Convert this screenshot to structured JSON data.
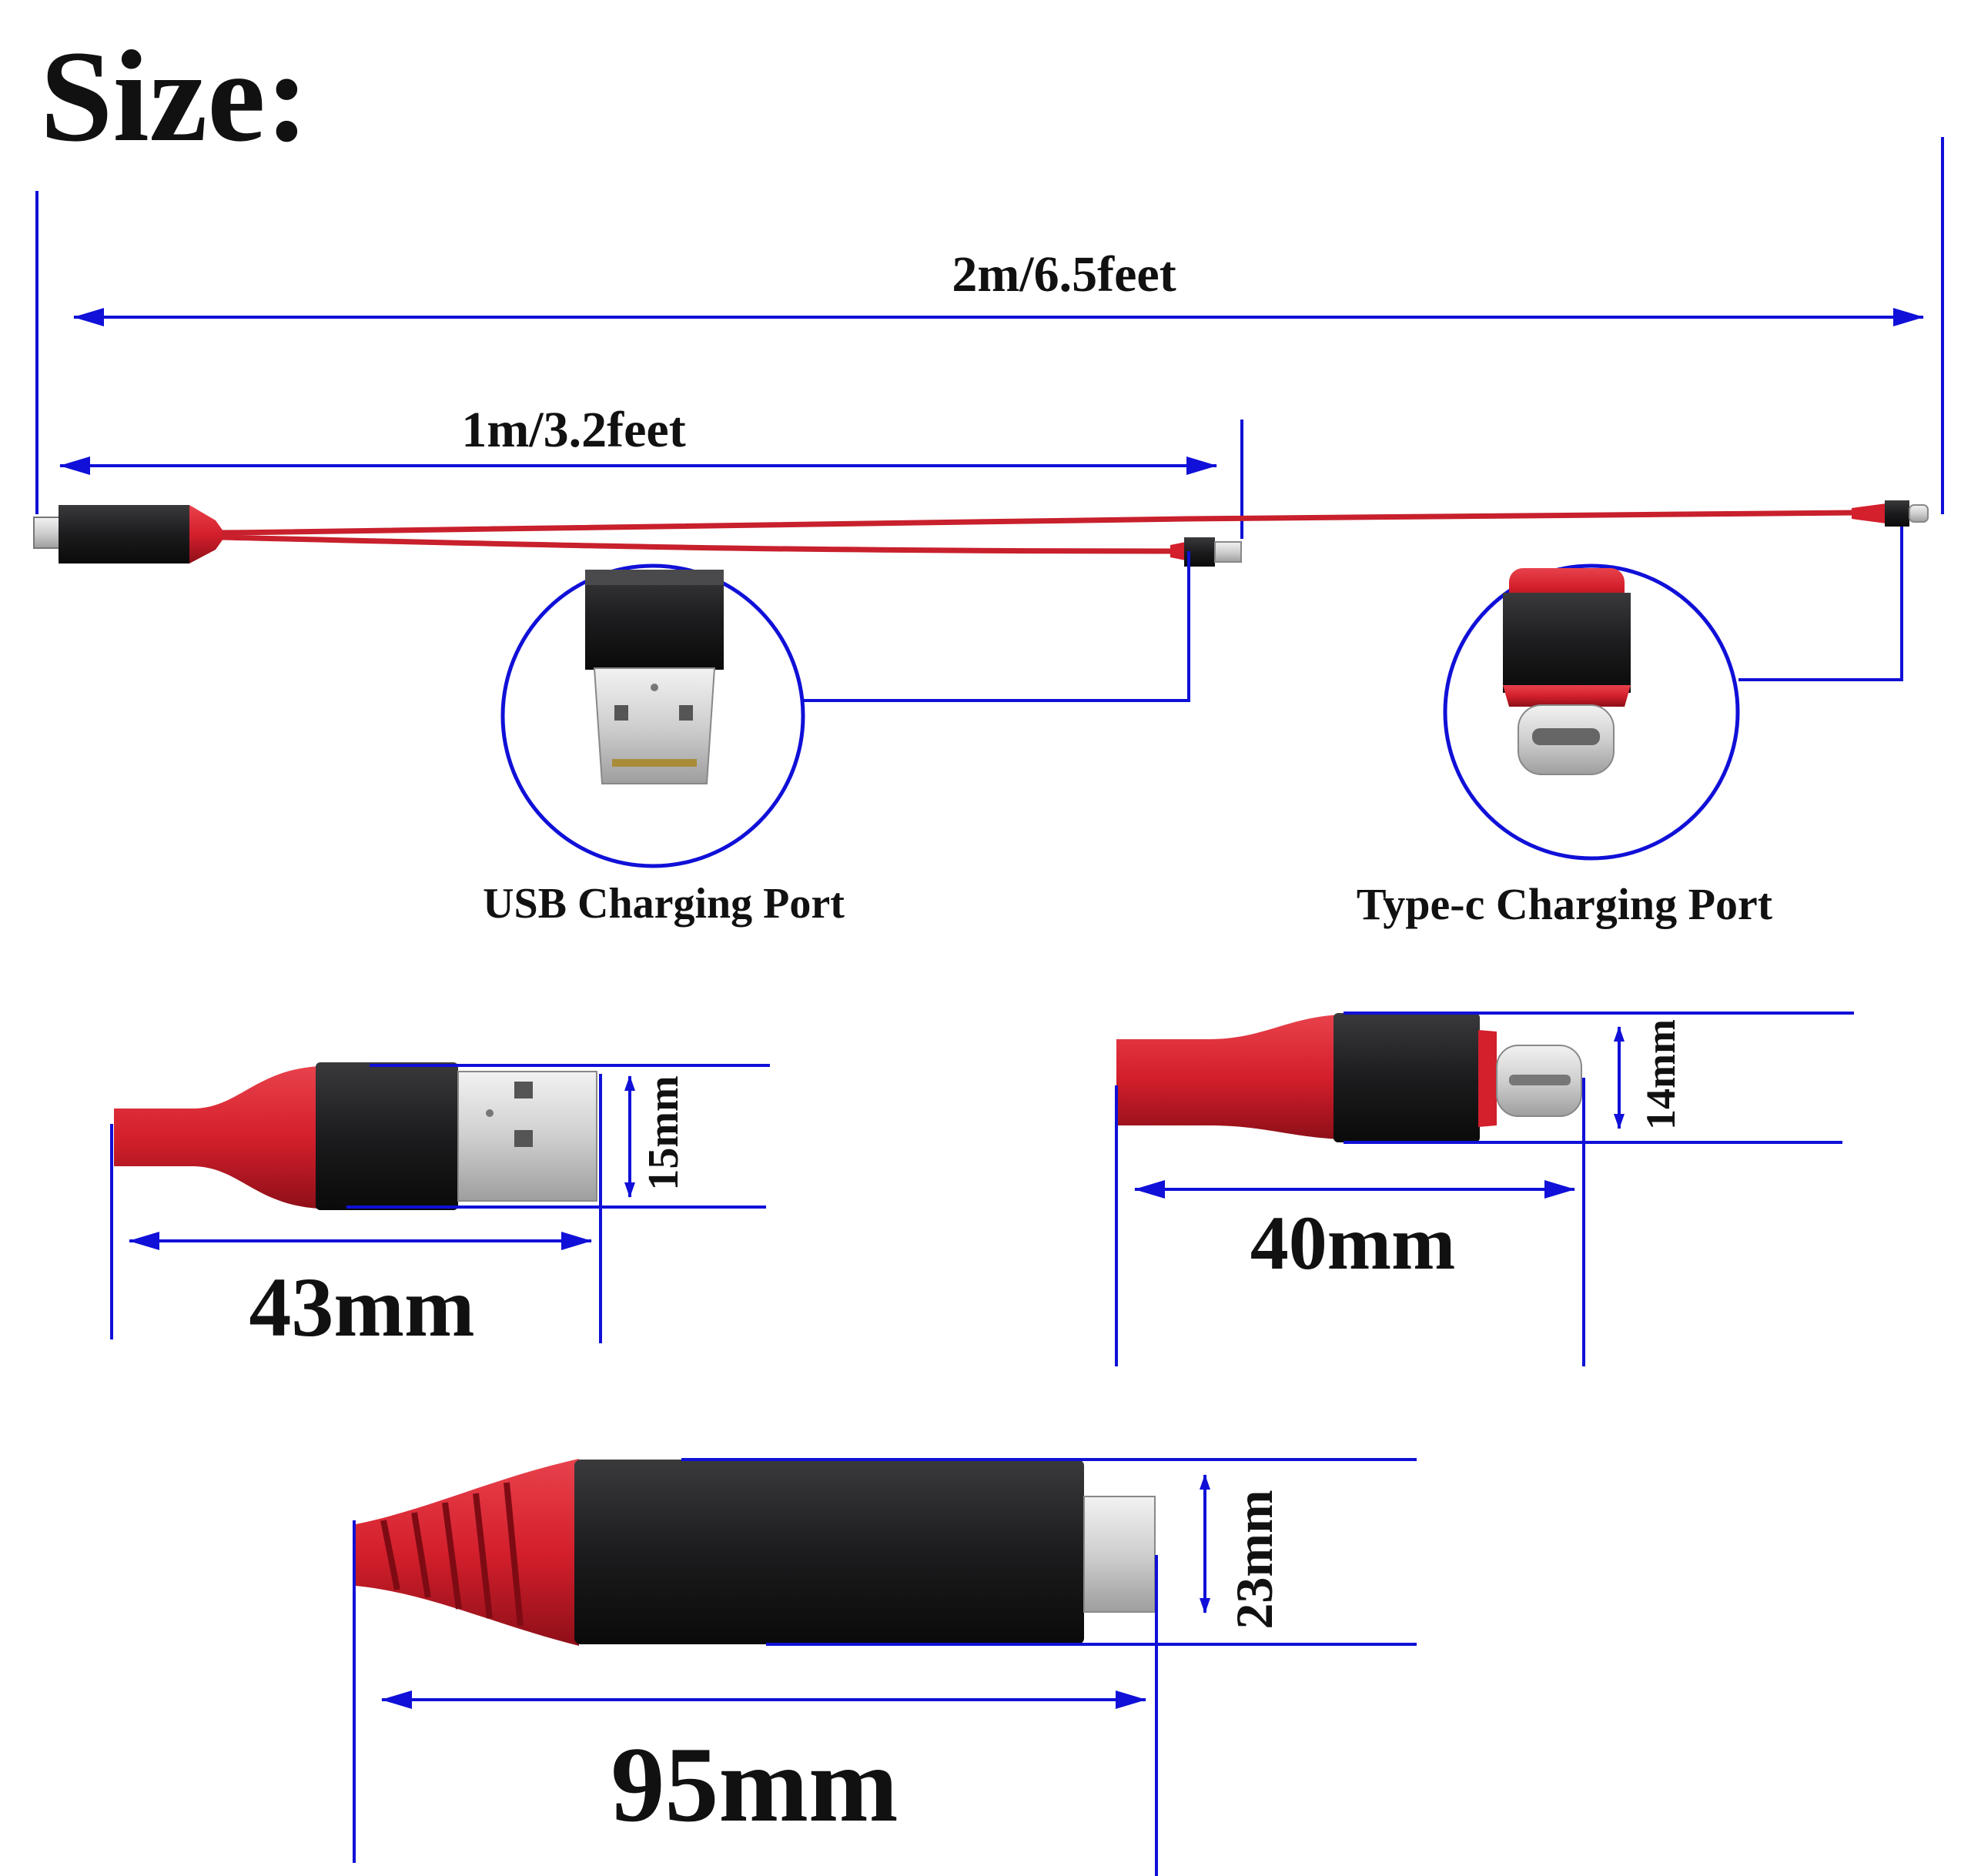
{
  "title": "Size:",
  "colors": {
    "dimension_line": "#1010d8",
    "cable_red": "#d41f2c",
    "cable_dark_red": "#a8121c",
    "housing_black": "#1c1c1e",
    "metal": "#d8d8d8",
    "text": "#111111"
  },
  "lengths": {
    "total": "2m/6.5feet",
    "branch": "1m/3.2feet"
  },
  "callouts": {
    "usb": "USB Charging Port",
    "typec": "Type-c Charging Port"
  },
  "connectors": {
    "usb": {
      "length": "43mm",
      "height": "15mm"
    },
    "typec": {
      "length": "40mm",
      "height": "14mm"
    },
    "hdmi": {
      "length": "95mm",
      "height": "23mm"
    }
  }
}
